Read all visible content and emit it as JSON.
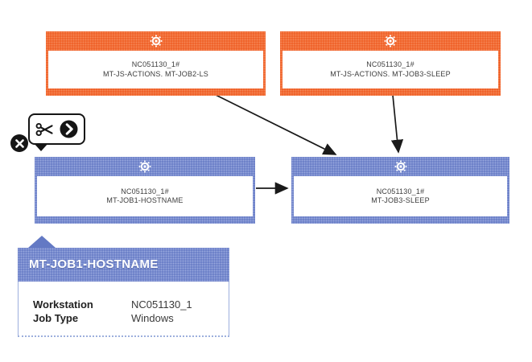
{
  "diagram": {
    "description": "job stream dependency graph",
    "nodes": [
      {
        "id": "action-job2-ls",
        "kind": "action",
        "color": "#ee5a22",
        "workstation": "NC051130_1#",
        "job": "MT-JS-ACTIONS. MT-JOB2-LS"
      },
      {
        "id": "action-job3-sleep",
        "kind": "action",
        "color": "#ee5a22",
        "workstation": "NC051130_1#",
        "job": "MT-JS-ACTIONS. MT-JOB3-SLEEP"
      },
      {
        "id": "job1-hostname",
        "kind": "job",
        "color": "#6379c4",
        "workstation": "NC051130_1#",
        "job": "MT-JOB1-HOSTNAME"
      },
      {
        "id": "job3-sleep",
        "kind": "job",
        "color": "#6379c4",
        "workstation": "NC051130_1#",
        "job": "MT-JOB3-SLEEP"
      }
    ],
    "arrows": [
      {
        "from": "action-job2-ls",
        "to": "job3-sleep"
      },
      {
        "from": "action-job3-sleep",
        "to": "job3-sleep"
      },
      {
        "from": "job1-hostname",
        "to": "job3-sleep"
      }
    ],
    "arrow_color": "#1a1a1a"
  },
  "toolbar": {
    "attached_to": "job1-hostname",
    "icons": [
      "scissors-icon",
      "run-arrow-icon"
    ],
    "close_icon": "close-x-icon"
  },
  "tooltip": {
    "title": "MT-JOB1-HOSTNAME",
    "rows": [
      {
        "label": "Workstation",
        "value": "NC051130_1"
      },
      {
        "label": "Job Type",
        "value": "Windows"
      }
    ],
    "header_color": "#6379c4"
  },
  "colors": {
    "action_node_orange": "#ee5a22",
    "job_node_blue": "#6379c4",
    "canvas_background": "#ffffff",
    "node_text": "#3c3c3c"
  }
}
